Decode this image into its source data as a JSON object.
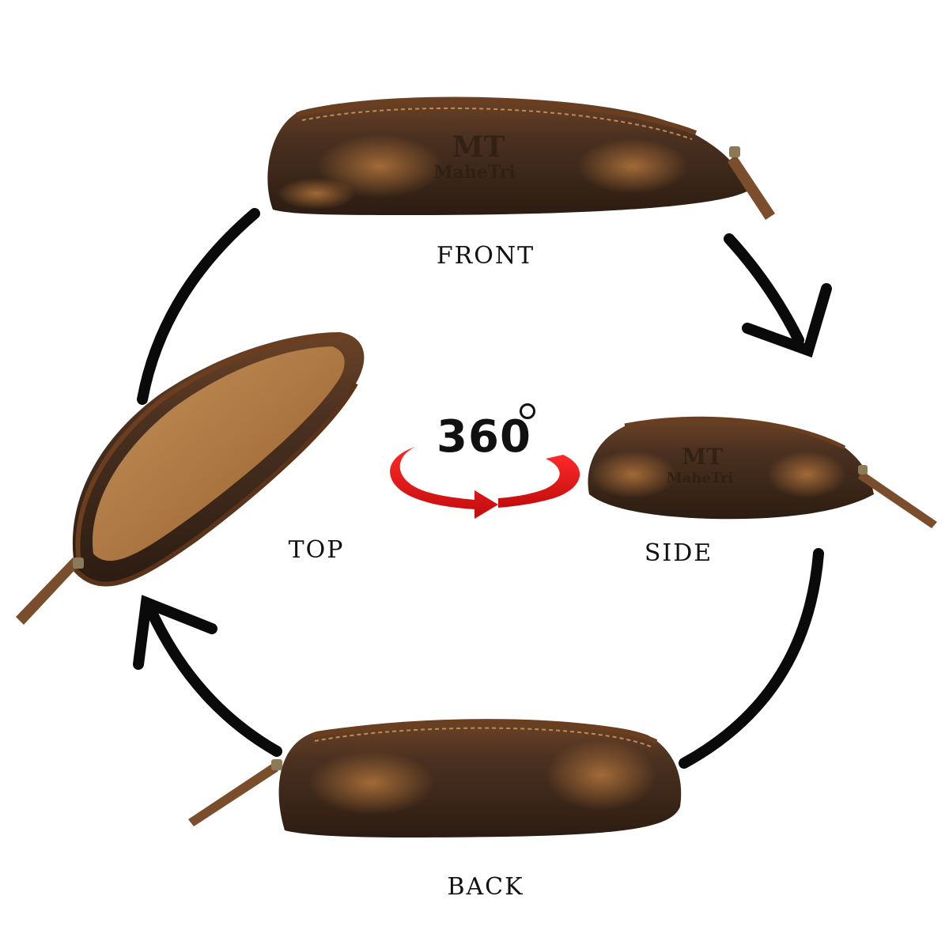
{
  "views": {
    "front": "FRONT",
    "side": "SIDE",
    "top": "TOP",
    "back": "BACK"
  },
  "badge": {
    "value": "360",
    "icon": "rotate-360-icon"
  },
  "product": {
    "brand_emboss": "MaheTri",
    "monogram": "MT"
  },
  "colors": {
    "leather_dark": "#3e2a1c",
    "leather_light": "#9a6a3a",
    "suede_lining": "#b9854f",
    "rotation_arrow": "#e11414",
    "cycle_arrow": "#0a0a0a"
  }
}
